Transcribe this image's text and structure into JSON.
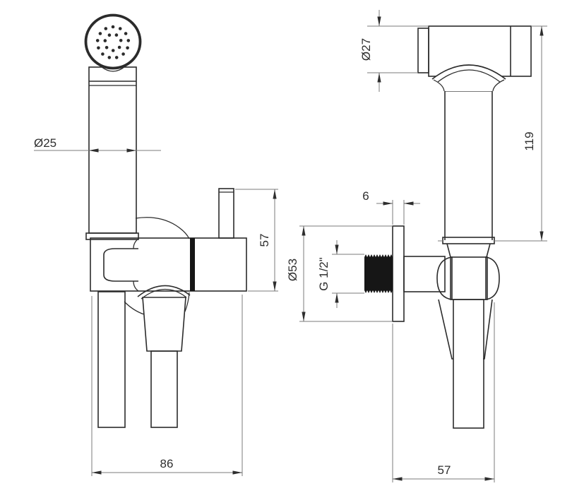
{
  "colors": {
    "background": "#ffffff",
    "outline": "#2b2b2b",
    "dark_fill": "#161616",
    "dim_line": "#7b7b7b",
    "label": "#2e2e2e"
  },
  "front_view": {
    "dim_handle_diameter": "Ø25",
    "dim_bracket_height": "57",
    "dim_overall_width": "86"
  },
  "side_view": {
    "dim_head_diameter": "Ø27",
    "dim_overall_length": "119",
    "dim_plate_thickness": "6",
    "dim_flange_diameter": "Ø53",
    "dim_thread_size": "G 1/2\"",
    "dim_wall_depth": "57"
  }
}
